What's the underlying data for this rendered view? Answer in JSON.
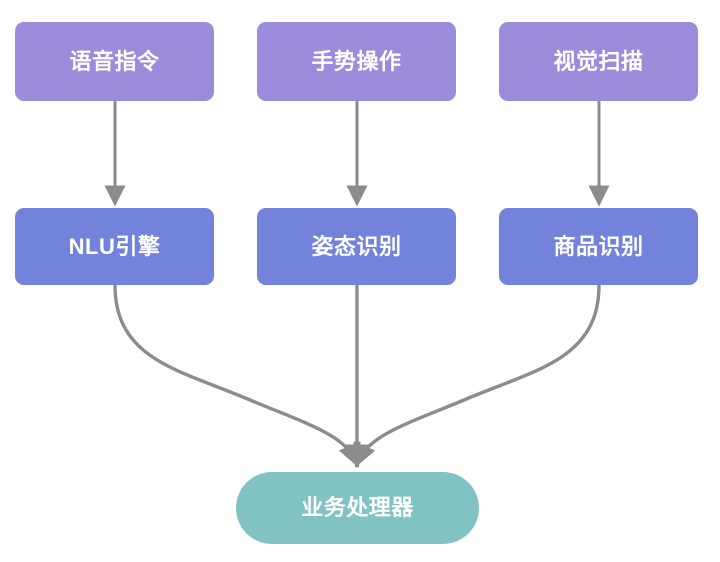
{
  "diagram": {
    "type": "flowchart",
    "orientation": "top-to-bottom",
    "background_color": "#ffffff",
    "edge_color": "#8C8C8C",
    "palette": {
      "input_layer": "#9C8ADA",
      "processing_layer": "#7382DB",
      "handler_layer": "#81C2C2",
      "node_text": "#ffffff"
    },
    "nodes": [
      {
        "id": "voice-command",
        "label": "语音指令",
        "layer": "input",
        "row": 1,
        "column": 1,
        "shape": "rounded-rect",
        "color": "#9C8ADA"
      },
      {
        "id": "gesture-control",
        "label": "手势操作",
        "layer": "input",
        "row": 1,
        "column": 2,
        "shape": "rounded-rect",
        "color": "#9C8ADA"
      },
      {
        "id": "visual-scan",
        "label": "视觉扫描",
        "layer": "input",
        "row": 1,
        "column": 3,
        "shape": "rounded-rect",
        "color": "#9C8ADA"
      },
      {
        "id": "nlu-engine",
        "label": "NLU引擎",
        "layer": "processing",
        "row": 2,
        "column": 1,
        "shape": "rounded-rect",
        "color": "#7382DB"
      },
      {
        "id": "pose-recognition",
        "label": "姿态识别",
        "layer": "processing",
        "row": 2,
        "column": 2,
        "shape": "rounded-rect",
        "color": "#7382DB"
      },
      {
        "id": "product-recognition",
        "label": "商品识别",
        "layer": "processing",
        "row": 2,
        "column": 3,
        "shape": "rounded-rect",
        "color": "#7382DB"
      },
      {
        "id": "business-handler",
        "label": "业务处理器",
        "layer": "handler",
        "row": 3,
        "column": 2,
        "shape": "stadium",
        "color": "#81C2C2"
      }
    ],
    "edges": [
      {
        "id": "edge-voice-to-nlu",
        "from": "voice-command",
        "to": "nlu-engine",
        "style": "straight",
        "arrow": "end"
      },
      {
        "id": "edge-gesture-to-pose",
        "from": "gesture-control",
        "to": "pose-recognition",
        "style": "straight",
        "arrow": "end"
      },
      {
        "id": "edge-visual-to-product",
        "from": "visual-scan",
        "to": "product-recognition",
        "style": "straight",
        "arrow": "end"
      },
      {
        "id": "edge-nlu-to-handler",
        "from": "nlu-engine",
        "to": "business-handler",
        "style": "curved",
        "arrow": "end"
      },
      {
        "id": "edge-pose-to-handler",
        "from": "pose-recognition",
        "to": "business-handler",
        "style": "straight",
        "arrow": "end"
      },
      {
        "id": "edge-product-to-handler",
        "from": "product-recognition",
        "to": "business-handler",
        "style": "curved",
        "arrow": "end"
      }
    ]
  }
}
